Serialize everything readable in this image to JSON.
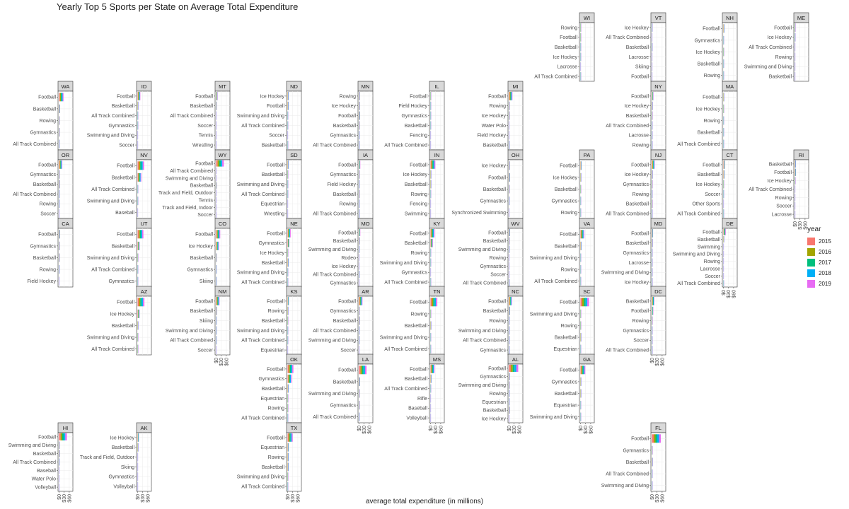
{
  "chart_data": {
    "type": "bar",
    "title": "Yearly Top 5 Sports per State on Average Total Expenditure",
    "xlabel": "average total expenditure (in millions)",
    "ylabel": "",
    "xlim": [
      0,
      75
    ],
    "xticks": [
      {
        "value": 0,
        "label": "$0"
      },
      {
        "value": 30,
        "label": "$30"
      },
      {
        "value": 60,
        "label": "$60"
      }
    ],
    "grid": true,
    "legend": {
      "title": "year",
      "position": "right"
    },
    "years": [
      {
        "name": "2015",
        "color": "#F8766D"
      },
      {
        "name": "2016",
        "color": "#A3A500"
      },
      {
        "name": "2017",
        "color": "#00BF7D"
      },
      {
        "name": "2018",
        "color": "#00B0F6"
      },
      {
        "name": "2019",
        "color": "#E76BF3"
      }
    ],
    "panels": [
      {
        "state": "WI",
        "col": 7,
        "row": 0,
        "sports": [
          "Rowing",
          "Football",
          "Basketball",
          "Ice Hockey",
          "Lacrosse",
          "All Track Combined"
        ],
        "values": [
          3,
          3,
          2,
          2,
          1,
          2
        ]
      },
      {
        "state": "VT",
        "col": 11,
        "row": 0,
        "sports": [
          "Ice Hockey",
          "All Track Combined",
          "Basketball",
          "Lacrosse",
          "Skiing",
          "Football"
        ],
        "values": [
          2,
          1,
          2,
          1,
          1,
          1
        ]
      },
      {
        "state": "NH",
        "col": 12,
        "row": 0,
        "sports": [
          "Football",
          "Gymnastics",
          "Ice Hockey",
          "Basketball",
          "Rowing"
        ],
        "values": [
          5,
          2,
          3,
          2,
          2
        ]
      },
      {
        "state": "ME",
        "col": 13,
        "row": 0,
        "sports": [
          "Football",
          "Ice Hockey",
          "All Track Combined",
          "Rowing",
          "Swimming and Diving",
          "Basketball"
        ],
        "values": [
          3,
          2,
          1,
          1,
          1,
          1
        ]
      },
      {
        "state": "WA",
        "col": 0,
        "row": 1,
        "sports": [
          "Football",
          "Basketball",
          "Rowing",
          "Gymnastics",
          "All Track Combined"
        ],
        "values": [
          26,
          5,
          3,
          3,
          2
        ]
      },
      {
        "state": "ID",
        "col": 1,
        "row": 1,
        "sports": [
          "Football",
          "Basketball",
          "All Track Combined",
          "Gymnastics",
          "Swimming and Diving",
          "Soccer"
        ],
        "values": [
          16,
          4,
          2,
          2,
          1,
          1
        ]
      },
      {
        "state": "MT",
        "col": 2,
        "row": 1,
        "sports": [
          "Football",
          "Basketball",
          "All Track Combined",
          "Soccer",
          "Tennis",
          "Wrestling"
        ],
        "values": [
          9,
          3,
          1,
          1,
          1,
          1
        ]
      },
      {
        "state": "ND",
        "col": 3,
        "row": 1,
        "sports": [
          "Ice Hockey",
          "Football",
          "Swimming and Diving",
          "All Track Combined",
          "Soccer",
          "Basketball"
        ],
        "values": [
          5,
          5,
          2,
          2,
          1,
          2
        ]
      },
      {
        "state": "MN",
        "col": 4,
        "row": 1,
        "sports": [
          "Rowing",
          "Ice Hockey",
          "Football",
          "Basketball",
          "Gymnastics",
          "All Track Combined"
        ],
        "values": [
          4,
          4,
          5,
          3,
          2,
          2
        ]
      },
      {
        "state": "IL",
        "col": 5,
        "row": 1,
        "sports": [
          "Football",
          "Field Hockey",
          "Gymnastics",
          "Basketball",
          "Fencing",
          "All Track Combined"
        ],
        "values": [
          3,
          2,
          2,
          2,
          1,
          1
        ]
      },
      {
        "state": "MI",
        "col": 6,
        "row": 1,
        "sports": [
          "Football",
          "Rowing",
          "Ice Hockey",
          "Water Polo",
          "Field Hockey",
          "Basketball"
        ],
        "values": [
          20,
          3,
          3,
          1,
          1,
          2
        ]
      },
      {
        "state": "NY",
        "col": 11,
        "row": 1,
        "sports": [
          "Football",
          "Ice Hockey",
          "Basketball",
          "All Track Combined",
          "Lacrosse",
          "Rowing"
        ],
        "values": [
          9,
          4,
          3,
          2,
          2,
          2
        ]
      },
      {
        "state": "MA",
        "col": 12,
        "row": 1,
        "sports": [
          "Football",
          "Ice Hockey",
          "Rowing",
          "Basketball",
          "All Track Combined"
        ],
        "values": [
          4,
          3,
          2,
          2,
          2
        ]
      },
      {
        "state": "OR",
        "col": 0,
        "row": 2,
        "sports": [
          "Football",
          "Gymnastics",
          "Basketball",
          "All Track Combined",
          "Rowing",
          "Soccer"
        ],
        "values": [
          19,
          3,
          4,
          2,
          2,
          1
        ]
      },
      {
        "state": "NV",
        "col": 1,
        "row": 2,
        "sports": [
          "Football",
          "Basketball",
          "All Track Combined",
          "Swimming and Diving",
          "Baseball"
        ],
        "values": [
          38,
          22,
          2,
          2,
          1
        ]
      },
      {
        "state": "WY",
        "col": 2,
        "row": 2,
        "sports": [
          "Football",
          "All Track Combined",
          "Swimming and Diving",
          "Basketball",
          "Track and Field, Outdoor",
          "Tennis",
          "Track and Field, Indoor",
          "Soccer"
        ],
        "values": [
          45,
          1,
          1,
          3,
          1,
          1,
          1,
          1
        ]
      },
      {
        "state": "SD",
        "col": 3,
        "row": 2,
        "sports": [
          "Football",
          "Basketball",
          "Swimming and Diving",
          "All Track Combined",
          "Equestrian",
          "Wrestling"
        ],
        "values": [
          5,
          3,
          2,
          2,
          1,
          1
        ]
      },
      {
        "state": "IA",
        "col": 4,
        "row": 2,
        "sports": [
          "Football",
          "Gymnastics",
          "Field Hockey",
          "Basketball",
          "Rowing",
          "All Track Combined"
        ],
        "values": [
          7,
          3,
          2,
          3,
          2,
          2
        ]
      },
      {
        "state": "IN",
        "col": 5,
        "row": 2,
        "sports": [
          "Football",
          "Ice Hockey",
          "Basketball",
          "Rowing",
          "Fencing",
          "Swimming"
        ],
        "values": [
          28,
          4,
          4,
          2,
          1,
          1
        ]
      },
      {
        "state": "OH",
        "col": 6,
        "row": 2,
        "sports": [
          "Ice Hockey",
          "Football",
          "Basketball",
          "Gymnastics",
          "Synchronized Swimming"
        ],
        "values": [
          4,
          5,
          3,
          2,
          1
        ]
      },
      {
        "state": "PA",
        "col": 7,
        "row": 2,
        "sports": [
          "Football",
          "Ice Hockey",
          "Basketball",
          "Gymnastics",
          "Rowing"
        ],
        "values": [
          6,
          4,
          3,
          2,
          2
        ]
      },
      {
        "state": "NJ",
        "col": 11,
        "row": 2,
        "sports": [
          "Football",
          "Ice Hockey",
          "Gymnastics",
          "Rowing",
          "Basketball",
          "All Track Combined"
        ],
        "values": [
          16,
          4,
          3,
          2,
          3,
          2
        ]
      },
      {
        "state": "CT",
        "col": 12,
        "row": 2,
        "sports": [
          "Football",
          "Basketball",
          "Ice Hockey",
          "Soccer",
          "Other Sports",
          "All Track Combined"
        ],
        "values": [
          9,
          6,
          3,
          2,
          1,
          2
        ]
      },
      {
        "state": "RI",
        "col": 13,
        "row": 2,
        "sports": [
          "Basketball",
          "Football",
          "Ice Hockey",
          "All Track Combined",
          "Rowing",
          "Soccer",
          "Lacrosse"
        ],
        "values": [
          5,
          6,
          3,
          1,
          1,
          1,
          1
        ]
      },
      {
        "state": "CA",
        "col": 0,
        "row": 3,
        "sports": [
          "Football",
          "Gymnastics",
          "Basketball",
          "Rowing",
          "Field Hockey"
        ],
        "values": [
          5,
          3,
          3,
          2,
          1
        ]
      },
      {
        "state": "UT",
        "col": 1,
        "row": 3,
        "sports": [
          "Football",
          "Basketball",
          "Swimming and Diving",
          "All Track Combined",
          "Gymnastics"
        ],
        "values": [
          34,
          12,
          3,
          2,
          2
        ]
      },
      {
        "state": "CO",
        "col": 2,
        "row": 3,
        "sports": [
          "Football",
          "Ice Hockey",
          "Basketball",
          "Gymnastics",
          "Skiing"
        ],
        "values": [
          24,
          16,
          3,
          2,
          2
        ]
      },
      {
        "state": "NE",
        "col": 3,
        "row": 3,
        "sports": [
          "Football",
          "Gymnastics",
          "Ice Hockey",
          "Basketball",
          "Swimming and Diving",
          "All Track Combined"
        ],
        "values": [
          18,
          10,
          3,
          5,
          2,
          2
        ]
      },
      {
        "state": "MO",
        "col": 4,
        "row": 3,
        "sports": [
          "Football",
          "Basketball",
          "Swimming and Diving",
          "Rodeo",
          "Ice Hockey",
          "All Track Combined",
          "Gymnastics"
        ],
        "values": [
          7,
          4,
          2,
          1,
          1,
          2,
          1
        ]
      },
      {
        "state": "KY",
        "col": 5,
        "row": 3,
        "sports": [
          "Football",
          "Basketball",
          "Rowing",
          "Swimming and Diving",
          "Gymnastics",
          "All Track Combined"
        ],
        "values": [
          24,
          14,
          2,
          2,
          1,
          2
        ]
      },
      {
        "state": "WV",
        "col": 6,
        "row": 3,
        "sports": [
          "Football",
          "Basketball",
          "Swimming and Diving",
          "Rowing",
          "Gymnastics",
          "Soccer",
          "All Track Combined"
        ],
        "values": [
          5,
          3,
          2,
          1,
          1,
          1,
          2
        ]
      },
      {
        "state": "VA",
        "col": 7,
        "row": 3,
        "sports": [
          "Football",
          "Basketball",
          "Swimming and Diving",
          "Rowing",
          "All Track Combined"
        ],
        "values": [
          22,
          5,
          2,
          2,
          2
        ]
      },
      {
        "state": "MD",
        "col": 11,
        "row": 3,
        "sports": [
          "Football",
          "Basketball",
          "Gymnastics",
          "Lacrosse",
          "Swimming and Diving",
          "Ice Hockey"
        ],
        "values": [
          6,
          4,
          2,
          2,
          2,
          2
        ]
      },
      {
        "state": "DE",
        "col": 12,
        "row": 3,
        "sports": [
          "Football",
          "Basketball",
          "Swimming",
          "Swimming and Diving",
          "Rowing",
          "Lacrosse",
          "Soccer",
          "All Track Combined"
        ],
        "values": [
          14,
          4,
          1,
          1,
          1,
          1,
          1,
          2
        ]
      },
      {
        "state": "AZ",
        "col": 1,
        "row": 4,
        "sports": [
          "Football",
          "Ice Hockey",
          "Basketball",
          "Swimming and Diving",
          "All Track Combined"
        ],
        "values": [
          40,
          12,
          4,
          3,
          3
        ]
      },
      {
        "state": "NM",
        "col": 2,
        "row": 4,
        "sports": [
          "Football",
          "Basketball",
          "Skiing",
          "Swimming and Diving",
          "All Track Combined",
          "Soccer"
        ],
        "values": [
          20,
          4,
          2,
          2,
          2,
          1
        ]
      },
      {
        "state": "KS",
        "col": 3,
        "row": 4,
        "sports": [
          "Football",
          "Rowing",
          "Basketball",
          "Swimming and Diving",
          "All Track Combined",
          "Equestrian"
        ],
        "values": [
          7,
          4,
          3,
          2,
          2,
          1
        ]
      },
      {
        "state": "AR",
        "col": 4,
        "row": 4,
        "sports": [
          "Football",
          "Gymnastics",
          "Basketball",
          "All Track Combined",
          "Swimming and Diving",
          "Soccer"
        ],
        "values": [
          20,
          3,
          4,
          2,
          2,
          1
        ]
      },
      {
        "state": "TN",
        "col": 5,
        "row": 4,
        "sports": [
          "Football",
          "Rowing",
          "Basketball",
          "Swimming and Diving",
          "All Track Combined"
        ],
        "values": [
          40,
          3,
          4,
          2,
          2
        ]
      },
      {
        "state": "NC",
        "col": 6,
        "row": 4,
        "sports": [
          "Football",
          "Basketball",
          "Rowing",
          "Swimming and Diving",
          "All Track Combined",
          "Gymnastics"
        ],
        "values": [
          17,
          5,
          2,
          2,
          2,
          2
        ]
      },
      {
        "state": "SC",
        "col": 7,
        "row": 4,
        "sports": [
          "Football",
          "Swimming and Diving",
          "Rowing",
          "Basketball",
          "Equestrian"
        ],
        "values": [
          50,
          3,
          3,
          4,
          2
        ]
      },
      {
        "state": "DC",
        "col": 11,
        "row": 4,
        "sports": [
          "Basketball",
          "Football",
          "Rowing",
          "Gymnastics",
          "Soccer",
          "All Track Combined"
        ],
        "values": [
          14,
          8,
          3,
          2,
          2,
          2
        ]
      },
      {
        "state": "OK",
        "col": 3,
        "row": 5,
        "sports": [
          "Football",
          "Gymnastics",
          "Basketball",
          "Equestrian",
          "Rowing",
          "All Track Combined"
        ],
        "values": [
          34,
          24,
          5,
          3,
          3,
          2
        ]
      },
      {
        "state": "LA",
        "col": 4,
        "row": 5,
        "sports": [
          "Football",
          "Basketball",
          "Swimming and Diving",
          "Gymnastics",
          "All Track Combined"
        ],
        "values": [
          44,
          5,
          3,
          3,
          2
        ]
      },
      {
        "state": "MS",
        "col": 5,
        "row": 5,
        "sports": [
          "Football",
          "Basketball",
          "All Track Combined",
          "Rifle",
          "Baseball",
          "Volleyball"
        ],
        "values": [
          24,
          5,
          2,
          1,
          1,
          1
        ]
      },
      {
        "state": "AL",
        "col": 6,
        "row": 5,
        "sports": [
          "Football",
          "Gymnastics",
          "Swimming and Diving",
          "Rowing",
          "Equestrian",
          "Basketball",
          "Ice Hockey"
        ],
        "values": [
          54,
          4,
          3,
          2,
          2,
          4,
          1
        ]
      },
      {
        "state": "GA",
        "col": 7,
        "row": 5,
        "sports": [
          "Football",
          "Gymnastics",
          "Basketball",
          "Equestrian",
          "Swimming and Diving"
        ],
        "values": [
          28,
          4,
          4,
          2,
          2
        ]
      },
      {
        "state": "HI",
        "col": 0,
        "row": 6,
        "sports": [
          "Football",
          "Swimming and Diving",
          "Basketball",
          "All Track Combined",
          "Baseball",
          "Water Polo",
          "Volleyball"
        ],
        "values": [
          46,
          3,
          4,
          2,
          1,
          1,
          1
        ]
      },
      {
        "state": "AK",
        "col": 1,
        "row": 6,
        "sports": [
          "Ice Hockey",
          "Basketball",
          "Track and Field, Outdoor",
          "Skiing",
          "Gymnastics",
          "Volleyball"
        ],
        "values": [
          7,
          4,
          1,
          1,
          1,
          1
        ]
      },
      {
        "state": "TX",
        "col": 3,
        "row": 6,
        "sports": [
          "Football",
          "Equestrian",
          "Rowing",
          "Basketball",
          "Swimming and Diving",
          "All Track Combined"
        ],
        "values": [
          30,
          6,
          5,
          5,
          3,
          2
        ]
      },
      {
        "state": "FL",
        "col": 9,
        "row": 6,
        "sports": [
          "Football",
          "Gymnastics",
          "Basketball",
          "All Track Combined",
          "Swimming and Diving"
        ],
        "values": [
          52,
          3,
          4,
          2,
          2
        ]
      }
    ]
  }
}
